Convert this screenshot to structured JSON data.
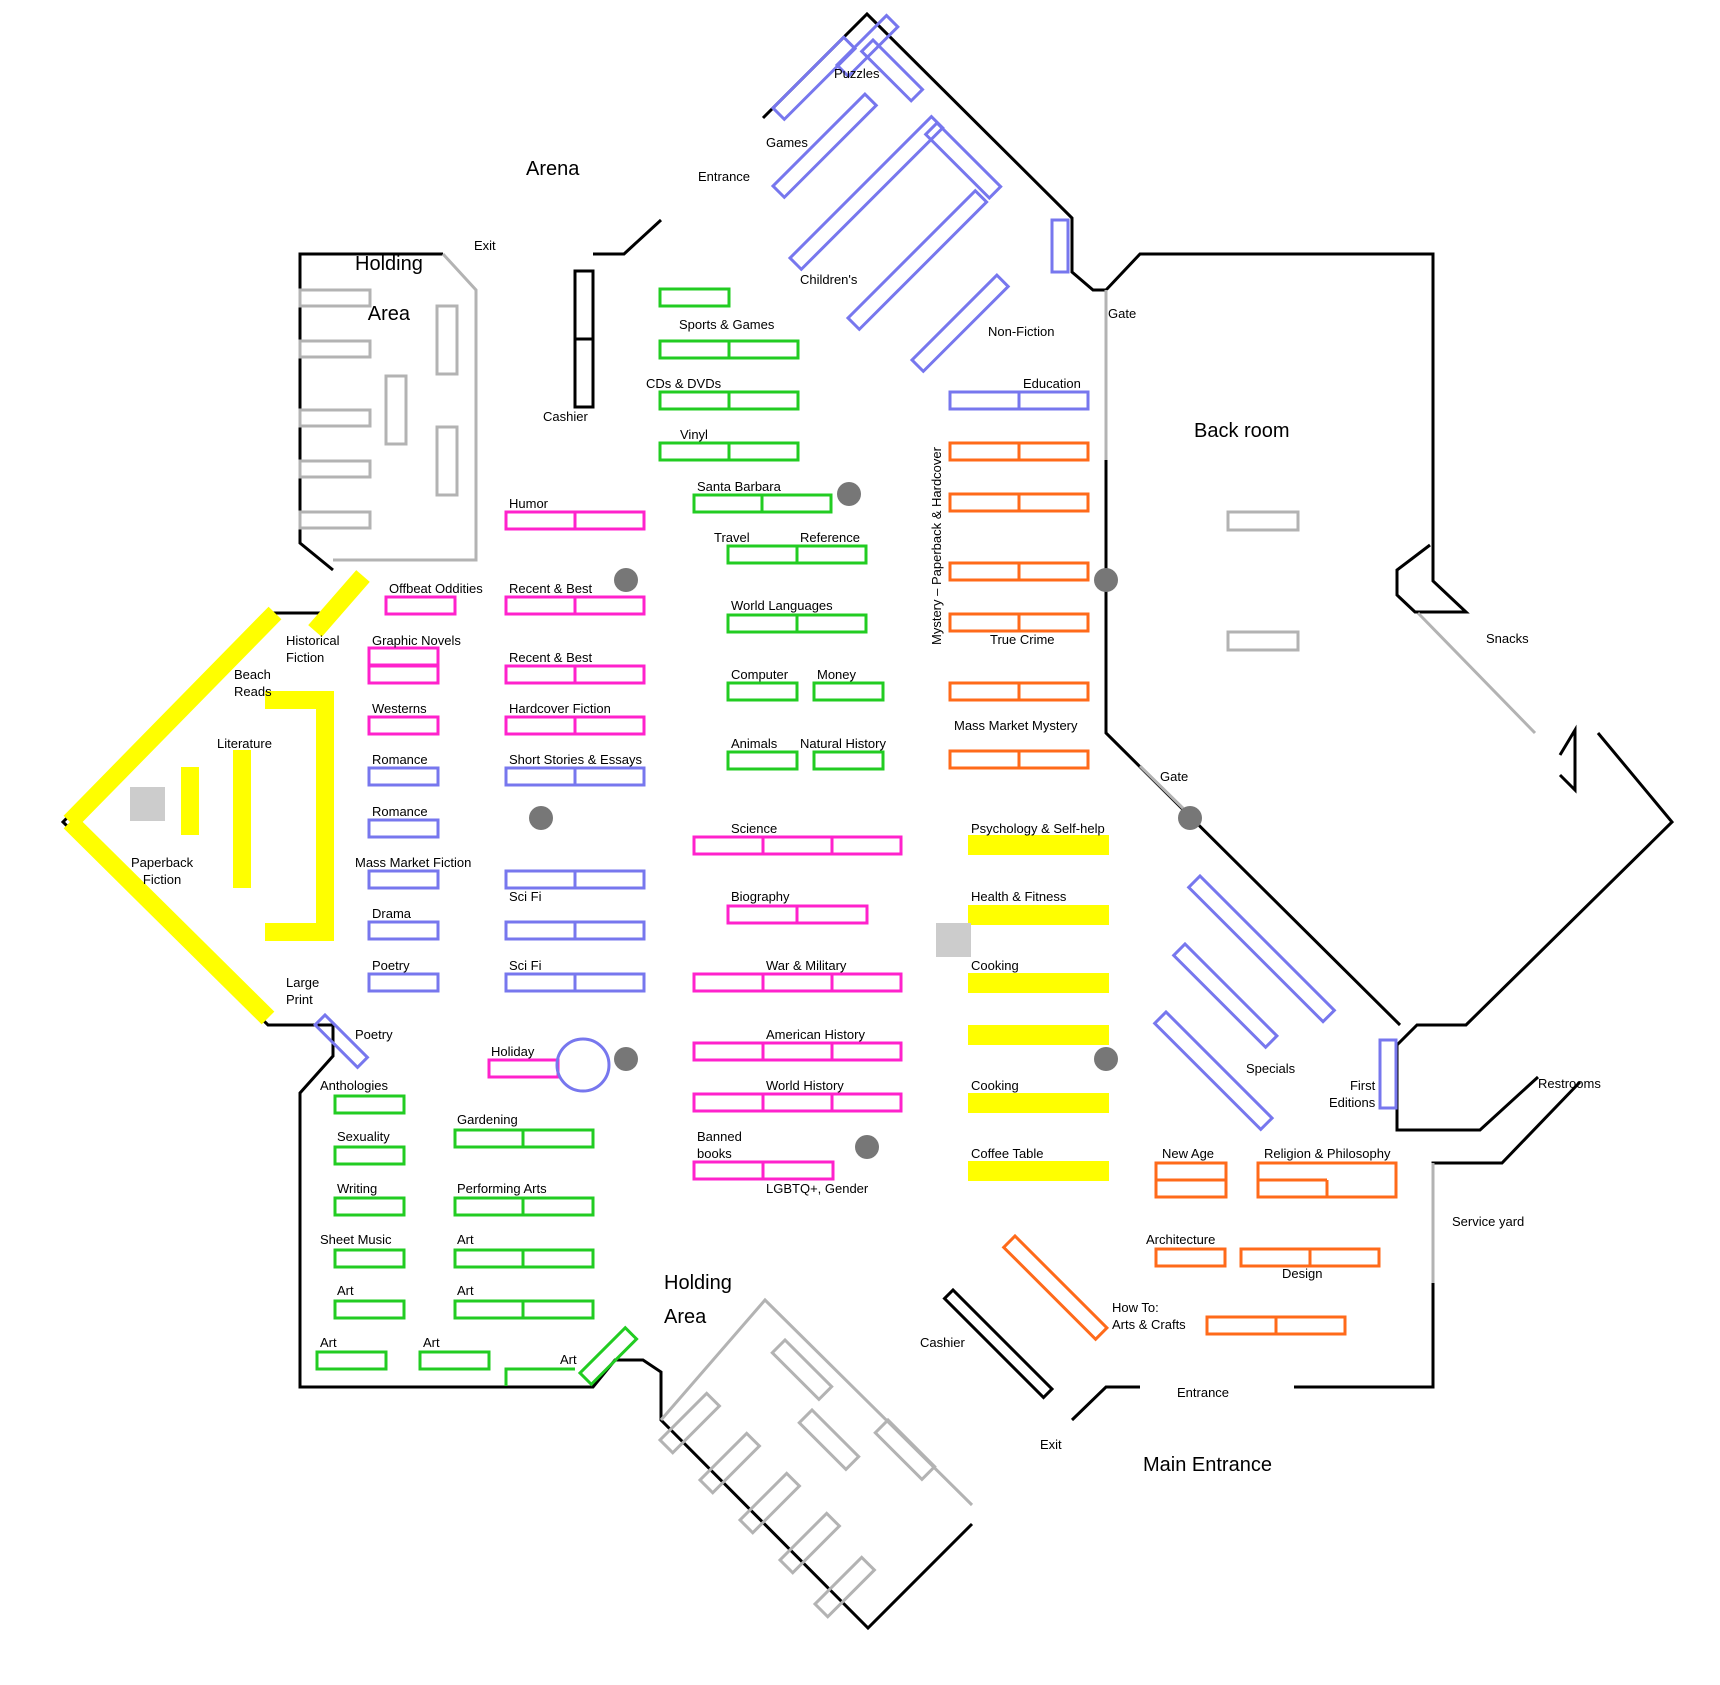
{
  "colors": {
    "wall": "#000000",
    "divider": "#b3b3b3",
    "green_shelf": "#22cc22",
    "magenta_shelf": "#ff22cc",
    "blue_shelf": "#7777ee",
    "orange_shelf": "#ff6a1a",
    "yellow_shelf": "#ffff00",
    "pillar": "#777777",
    "display_block": "#cccccc"
  },
  "zones": {
    "arena": "Arena",
    "holding_area_north": "Holding\n\nArea",
    "holding_area_south": "Holding\nArea",
    "back_room": "Back room",
    "main_entrance": "Main Entrance",
    "service_yard": "Service yard",
    "restrooms": "Restrooms",
    "snacks": "Snacks"
  },
  "doors": {
    "entrance_north": "Entrance",
    "entrance_south": "Entrance",
    "exit_north": "Exit",
    "exit_south": "Exit",
    "gate_upper": "Gate",
    "gate_lower": "Gate",
    "cashier_north": "Cashier",
    "cashier_south": "Cashier"
  },
  "sections": {
    "puzzles": "Puzzles",
    "games": "Games",
    "childrens": "Children's",
    "non_fiction": "Non-Fiction",
    "education": "Education",
    "mystery_vertical": "Mystery – Paperback & Hardcover",
    "true_crime": "True Crime",
    "mass_market_mystery": "Mass Market Mystery",
    "sports_games": "Sports & Games",
    "cds_dvds": "CDs & DVDs",
    "vinyl": "Vinyl",
    "santa_barbara": "Santa Barbara",
    "travel": "Travel",
    "reference": "Reference",
    "world_languages": "World Languages",
    "computer": "Computer",
    "money": "Money",
    "animals": "Animals",
    "natural_history": "Natural History",
    "science": "Science",
    "biography": "Biography",
    "war_military": "War & Military",
    "american_history": "American History",
    "world_history": "World History",
    "banned_books": "Banned\nbooks",
    "lgbtq": "LGBTQ+, Gender",
    "humor": "Humor",
    "recent_best_1": "Recent & Best",
    "recent_best_2": "Recent & Best",
    "hardcover_fiction": "Hardcover Fiction",
    "short_stories": "Short Stories & Essays",
    "sci_fi_1": "Sci Fi",
    "sci_fi_2": "Sci Fi",
    "holiday": "Holiday",
    "offbeat_oddities": "Offbeat Oddities",
    "graphic_novels": "Graphic Novels",
    "westerns": "Westerns",
    "romance_1": "Romance",
    "romance_2": "Romance",
    "mass_market_fiction": "Mass Market Fiction",
    "drama": "Drama",
    "poetry_1": "Poetry",
    "poetry_2": "Poetry",
    "historical_fiction": "Historical\nFiction",
    "beach_reads": "Beach\nReads",
    "literature": "Literature",
    "paperback_fiction": "Paperback\nFiction",
    "large_print": "Large\nPrint",
    "anthologies": "Anthologies",
    "sexuality": "Sexuality",
    "writing": "Writing",
    "sheet_music": "Sheet Music",
    "art_1": "Art",
    "art_2": "Art",
    "art_3": "Art",
    "art_4": "Art",
    "art_5": "Art",
    "art_6": "Art",
    "gardening": "Gardening",
    "performing_arts": "Performing Arts",
    "psychology": "Psychology & Self-help",
    "health_fitness": "Health & Fitness",
    "cooking_1": "Cooking",
    "cooking_2": "Cooking",
    "coffee_table": "Coffee Table",
    "specials": "Specials",
    "first_editions": "First\nEditions",
    "new_age": "New Age",
    "religion_philosophy": "Religion & Philosophy",
    "architecture": "Architecture",
    "design": "Design",
    "how_to": "How To:\nArts & Crafts"
  }
}
